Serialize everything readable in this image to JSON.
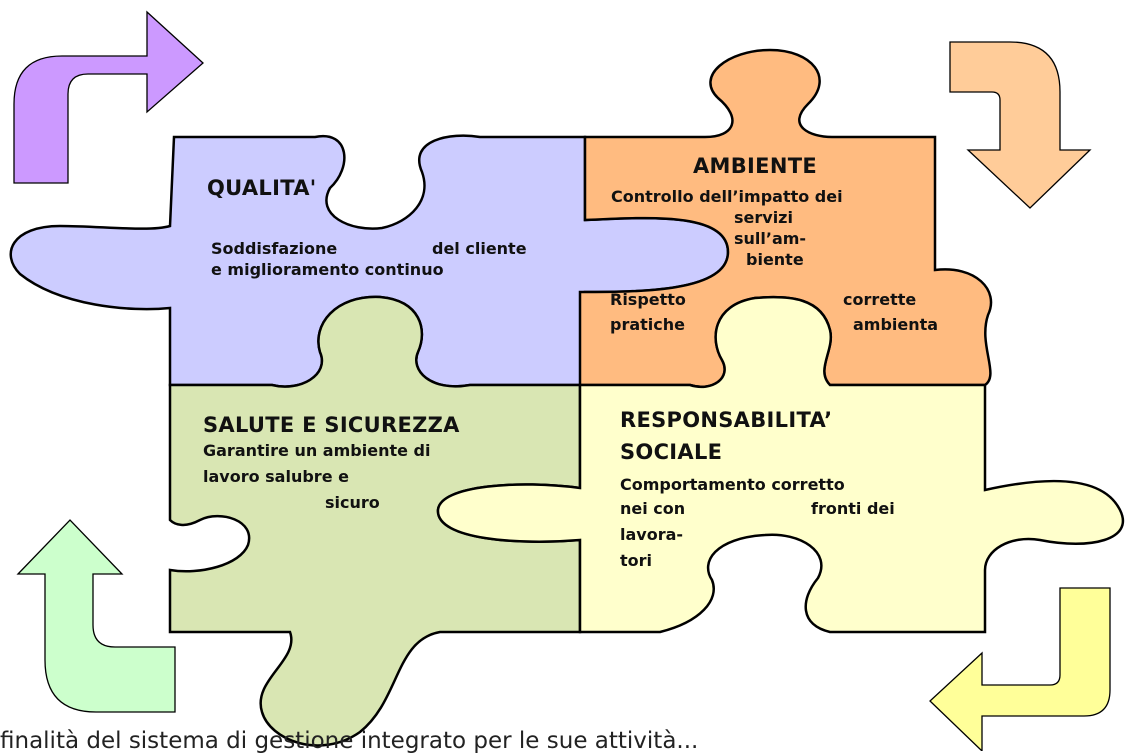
{
  "pieces": {
    "qualita": {
      "title": "QUALITA'",
      "desc_a": "Soddisfazione",
      "desc_b": "del cliente",
      "desc_c": "e miglioramento continuo",
      "color": "#ccccff"
    },
    "ambiente": {
      "title": "AMBIENTE",
      "desc_1": "Controllo dell’impatto dei",
      "desc_2": "servizi",
      "desc_3": "sull’am-",
      "desc_4": "biente",
      "desc_5a": "Rispetto",
      "desc_5b": "corrette",
      "desc_6a": "pratiche",
      "desc_6b": "ambienta",
      "color": "#ffbb80"
    },
    "salute": {
      "title": "SALUTE E SICUREZZA",
      "desc_1": "Garantire un ambiente di",
      "desc_2": "lavoro salubre e",
      "desc_3": "sicuro",
      "color": "#d9e6b3"
    },
    "responsabilita": {
      "title_1": "RESPONSABILITA’",
      "title_2": "SOCIALE",
      "desc_1": "Comportamento corretto",
      "desc_2a": "nei con",
      "desc_2b": "fronti dei",
      "desc_3": "lavora-",
      "desc_4": "tori",
      "color": "#ffffcc"
    }
  },
  "arrows": {
    "top_left": {
      "icon": "curved-arrow-up-right-icon",
      "color": "#cc99ff"
    },
    "top_right": {
      "icon": "curved-arrow-down-icon",
      "color": "#ffcc99"
    },
    "bottom_right": {
      "icon": "curved-arrow-down-left-icon",
      "color": "#ffff99"
    },
    "bottom_left": {
      "icon": "curved-arrow-up-icon",
      "color": "#ccffcc"
    }
  },
  "caption": "finalità del sistema di gestione integrato per le sue attività..."
}
